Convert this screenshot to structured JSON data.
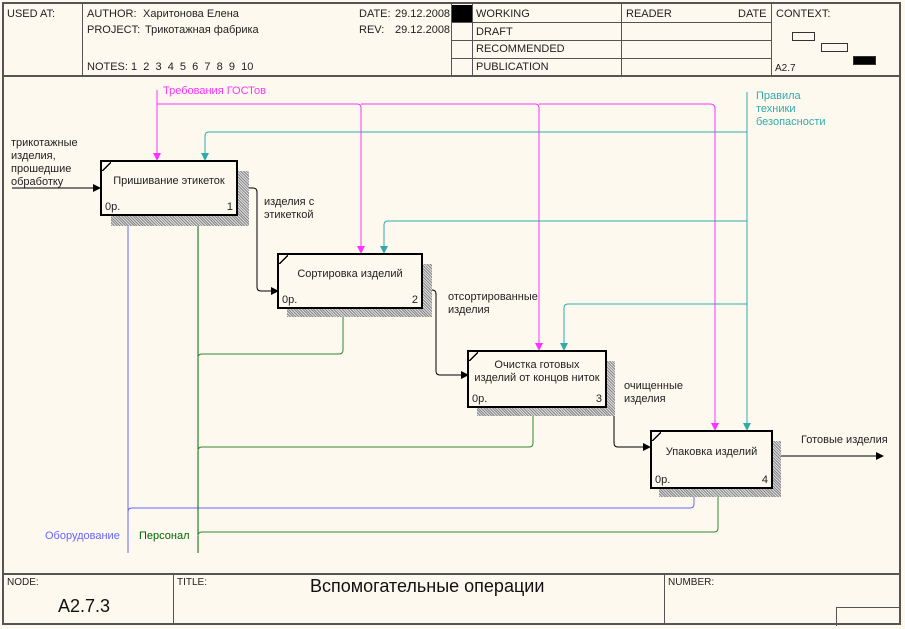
{
  "header": {
    "used_at_label": "USED AT:",
    "author_label": "AUTHOR:",
    "author": "Харитонова Елена",
    "project_label": "PROJECT:",
    "project": "Трикотажная фабрика",
    "notes_label": "NOTES:",
    "notes": "1  2  3  4  5  6  7  8  9  10",
    "date_label": "DATE:",
    "date": "29.12.2008",
    "rev_label": "REV:",
    "rev": "29.12.2008",
    "status": [
      "WORKING",
      "DRAFT",
      "RECOMMENDED",
      "PUBLICATION"
    ],
    "status_selected": "WORKING",
    "reader_label": "READER",
    "reader_date_label": "DATE",
    "context_label": "CONTEXT:",
    "context_node": "A2.7"
  },
  "activities": [
    {
      "name": "Пришивание этикеток",
      "cost": "0р.",
      "number": "1"
    },
    {
      "name": "Сортировка изделий",
      "cost": "0р.",
      "number": "2"
    },
    {
      "name": "Очистка готовых изделий от концов ниток",
      "cost": "0р.",
      "number": "3"
    },
    {
      "name": "Упаковка изделий",
      "cost": "0р.",
      "number": "4"
    }
  ],
  "arrows": {
    "input": "трикотажные\nизделия,\nпрошедшие\nобработку",
    "output_1_2": "изделия с\nэтикеткой",
    "output_2_3": "отсортированные\nизделия",
    "output_3_4": "очищенные\nизделия",
    "output_final": "Готовые изделия",
    "control_gost": "Требования ГОСТов",
    "control_safety": "Правила\nтехники\nбезопасности",
    "mechanism_equipment": "Оборудование",
    "mechanism_staff": "Персонал"
  },
  "colors": {
    "control_gost": "#ff33ff",
    "control_safety": "#33aaaa",
    "mechanism_equipment": "#6666ff",
    "mechanism_staff": "#006600",
    "flow": "#000000"
  },
  "footer": {
    "node_label": "NODE:",
    "node": "A2.7.3",
    "title_label": "TITLE:",
    "title": "Вспомогательные операции",
    "number_label": "NUMBER:"
  }
}
